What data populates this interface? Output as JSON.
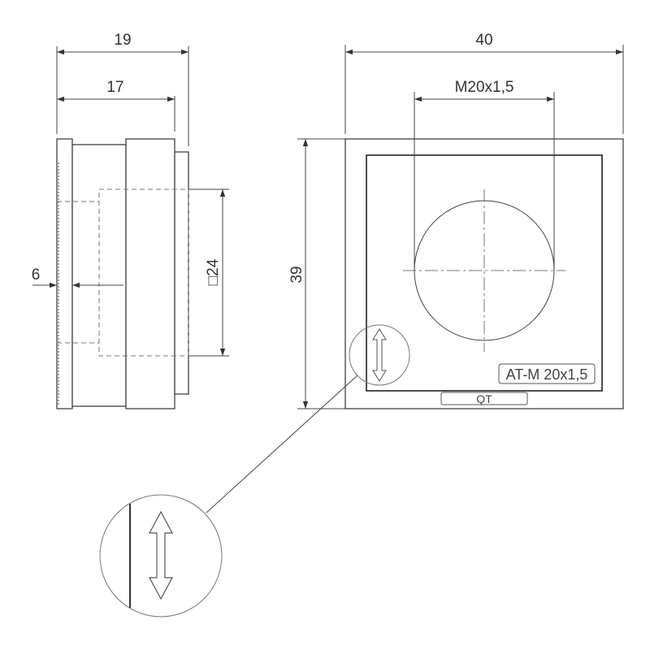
{
  "drawing": {
    "dimensions": {
      "side_overall_width": "19",
      "side_body_width": "17",
      "side_flange_thickness": "6",
      "side_square": "24",
      "square_symbol": "□",
      "front_width": "40",
      "front_height": "39",
      "thread": "M20x1,5"
    },
    "labels": {
      "product_marking": "AT-M 20x1,5",
      "logo": "QT"
    },
    "colors": {
      "line": "#333333",
      "dim_line": "#444444",
      "hidden": "#777777",
      "background": "#ffffff"
    }
  }
}
